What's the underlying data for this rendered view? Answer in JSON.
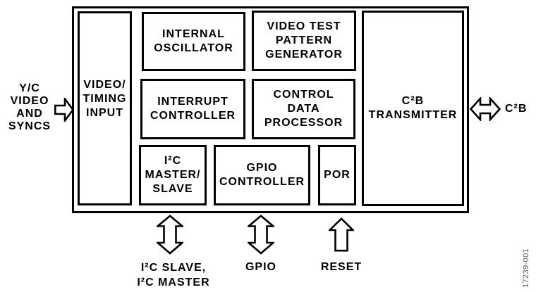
{
  "diagram": {
    "title": "functional block diagram",
    "figure_number": "17239-001",
    "colors": {
      "background": "#ffffff",
      "line": "#000000",
      "figure_number_text": "#58595b"
    },
    "blocks": [
      {
        "id": "video-timing-input",
        "lines": [
          "VIDEO/",
          "TIMING",
          "INPUT"
        ]
      },
      {
        "id": "internal-oscillator",
        "lines": [
          "INTERNAL",
          "OSCILLATOR"
        ]
      },
      {
        "id": "video-test-pattern-generator",
        "lines": [
          "VIDEO TEST",
          "PATTERN",
          "GENERATOR"
        ]
      },
      {
        "id": "interrupt-controller",
        "lines": [
          "INTERRUPT",
          "CONTROLLER"
        ]
      },
      {
        "id": "control-data-processor",
        "lines": [
          "CONTROL",
          "DATA",
          "PROCESSOR"
        ]
      },
      {
        "id": "i2c-master-slave",
        "lines": [
          "I²C",
          "MASTER/",
          "SLAVE"
        ]
      },
      {
        "id": "gpio-controller",
        "lines": [
          "GPIO",
          "CONTROLLER"
        ]
      },
      {
        "id": "por",
        "lines": [
          "POR"
        ]
      },
      {
        "id": "c2b-transmitter",
        "lines": [
          "C²B",
          "TRANSMITTER"
        ]
      }
    ],
    "ports": [
      {
        "id": "yc-video-input",
        "direction": "in",
        "lines": [
          "Y/C",
          "VIDEO",
          "AND",
          "SYNCS"
        ]
      },
      {
        "id": "c2b",
        "direction": "bidirectional",
        "label": "C²B"
      },
      {
        "id": "i2c",
        "direction": "bidirectional",
        "lines": [
          "I²C SLAVE,",
          "I²C MASTER"
        ]
      },
      {
        "id": "gpio",
        "direction": "bidirectional",
        "label": "GPIO"
      },
      {
        "id": "reset",
        "direction": "in",
        "label": "RESET"
      }
    ]
  }
}
